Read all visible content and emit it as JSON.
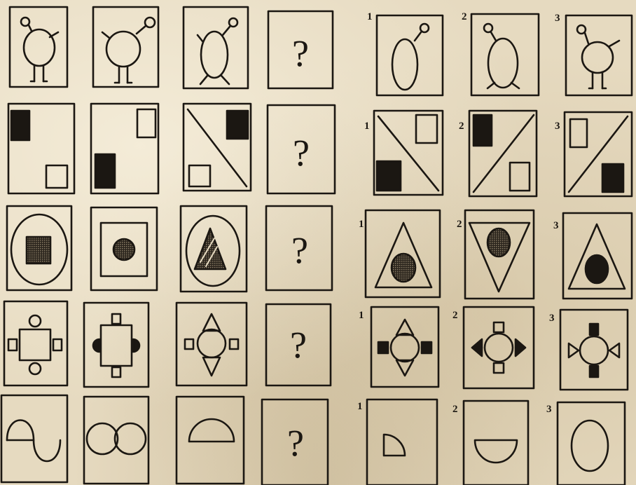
{
  "question_mark": "?",
  "rows": [
    {
      "answers": [
        "1",
        "2",
        "3"
      ]
    },
    {
      "answers": [
        "1",
        "2",
        "3"
      ]
    },
    {
      "answers": [
        "1",
        "2",
        "3"
      ]
    },
    {
      "answers": [
        "1",
        "2",
        "3"
      ]
    },
    {
      "answers": [
        "1",
        "2",
        "3"
      ]
    }
  ],
  "colors": {
    "ink": "#1b1712",
    "paper": "#e6dac0"
  }
}
